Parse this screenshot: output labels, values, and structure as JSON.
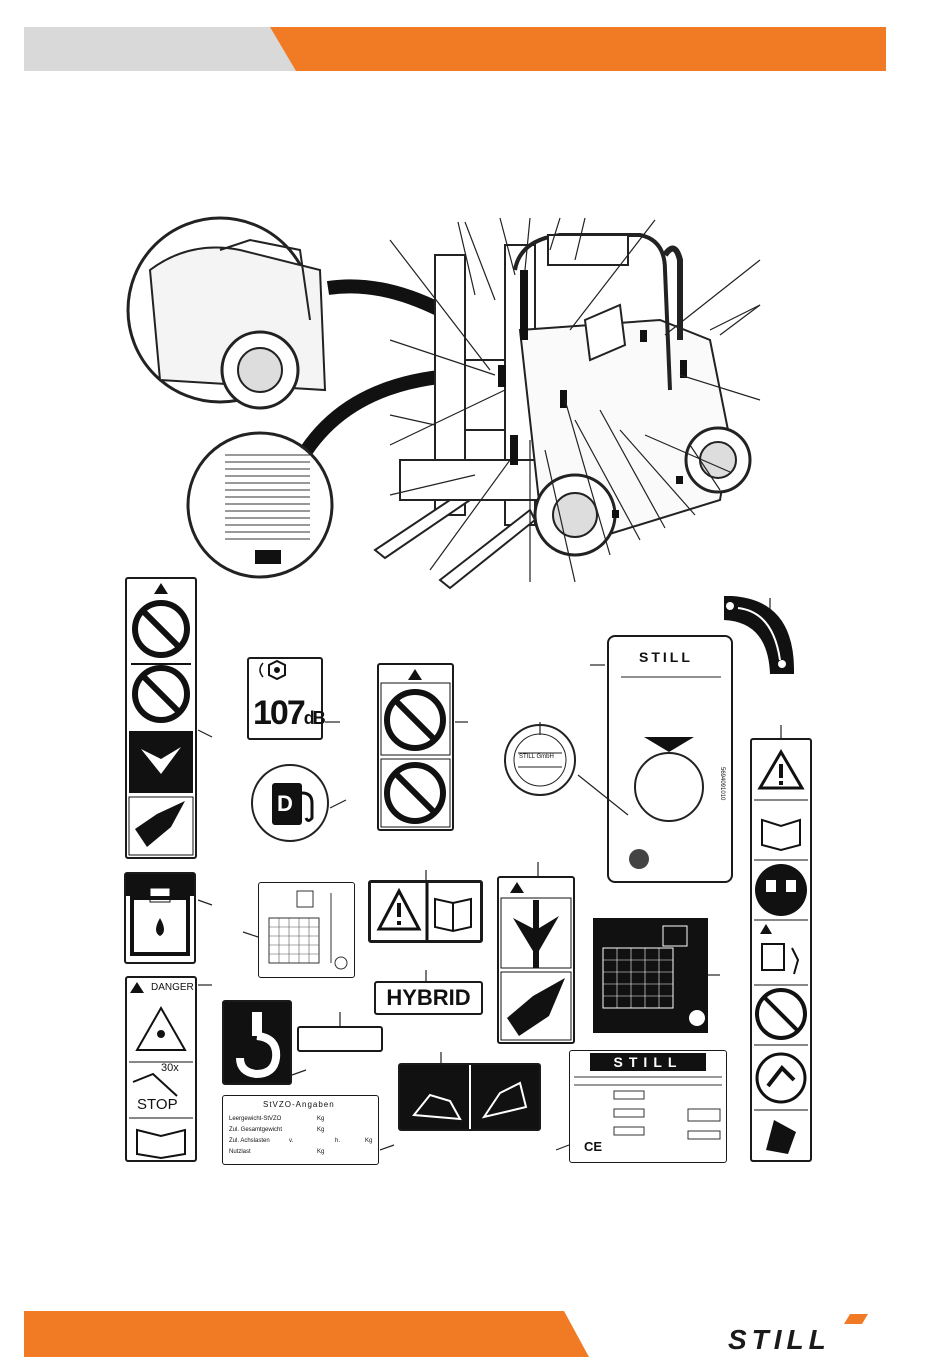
{
  "brand": {
    "logo_text": "STILL",
    "accent_color": "#f07b24",
    "header_grey": "#d9d9d9"
  },
  "labels": {
    "noise_value": "107",
    "noise_unit": "dB",
    "fuel_letter": "D",
    "dial_text": "STILL GmbH",
    "plate_side_code": "5694091010",
    "danger_word": "DANGER",
    "danger_count": "30x",
    "danger_stop": "STOP",
    "hybrid": "HYBRID",
    "stvzo": {
      "title": "StVZO-Angaben",
      "rows": [
        "Leergewicht-StVZO",
        "Zul. Gesamtgewicht",
        "Zul. Achslasten",
        "Nutzlast"
      ],
      "unit": "Kg",
      "v": "v.",
      "h": "h."
    },
    "ce_mark": "CE"
  }
}
